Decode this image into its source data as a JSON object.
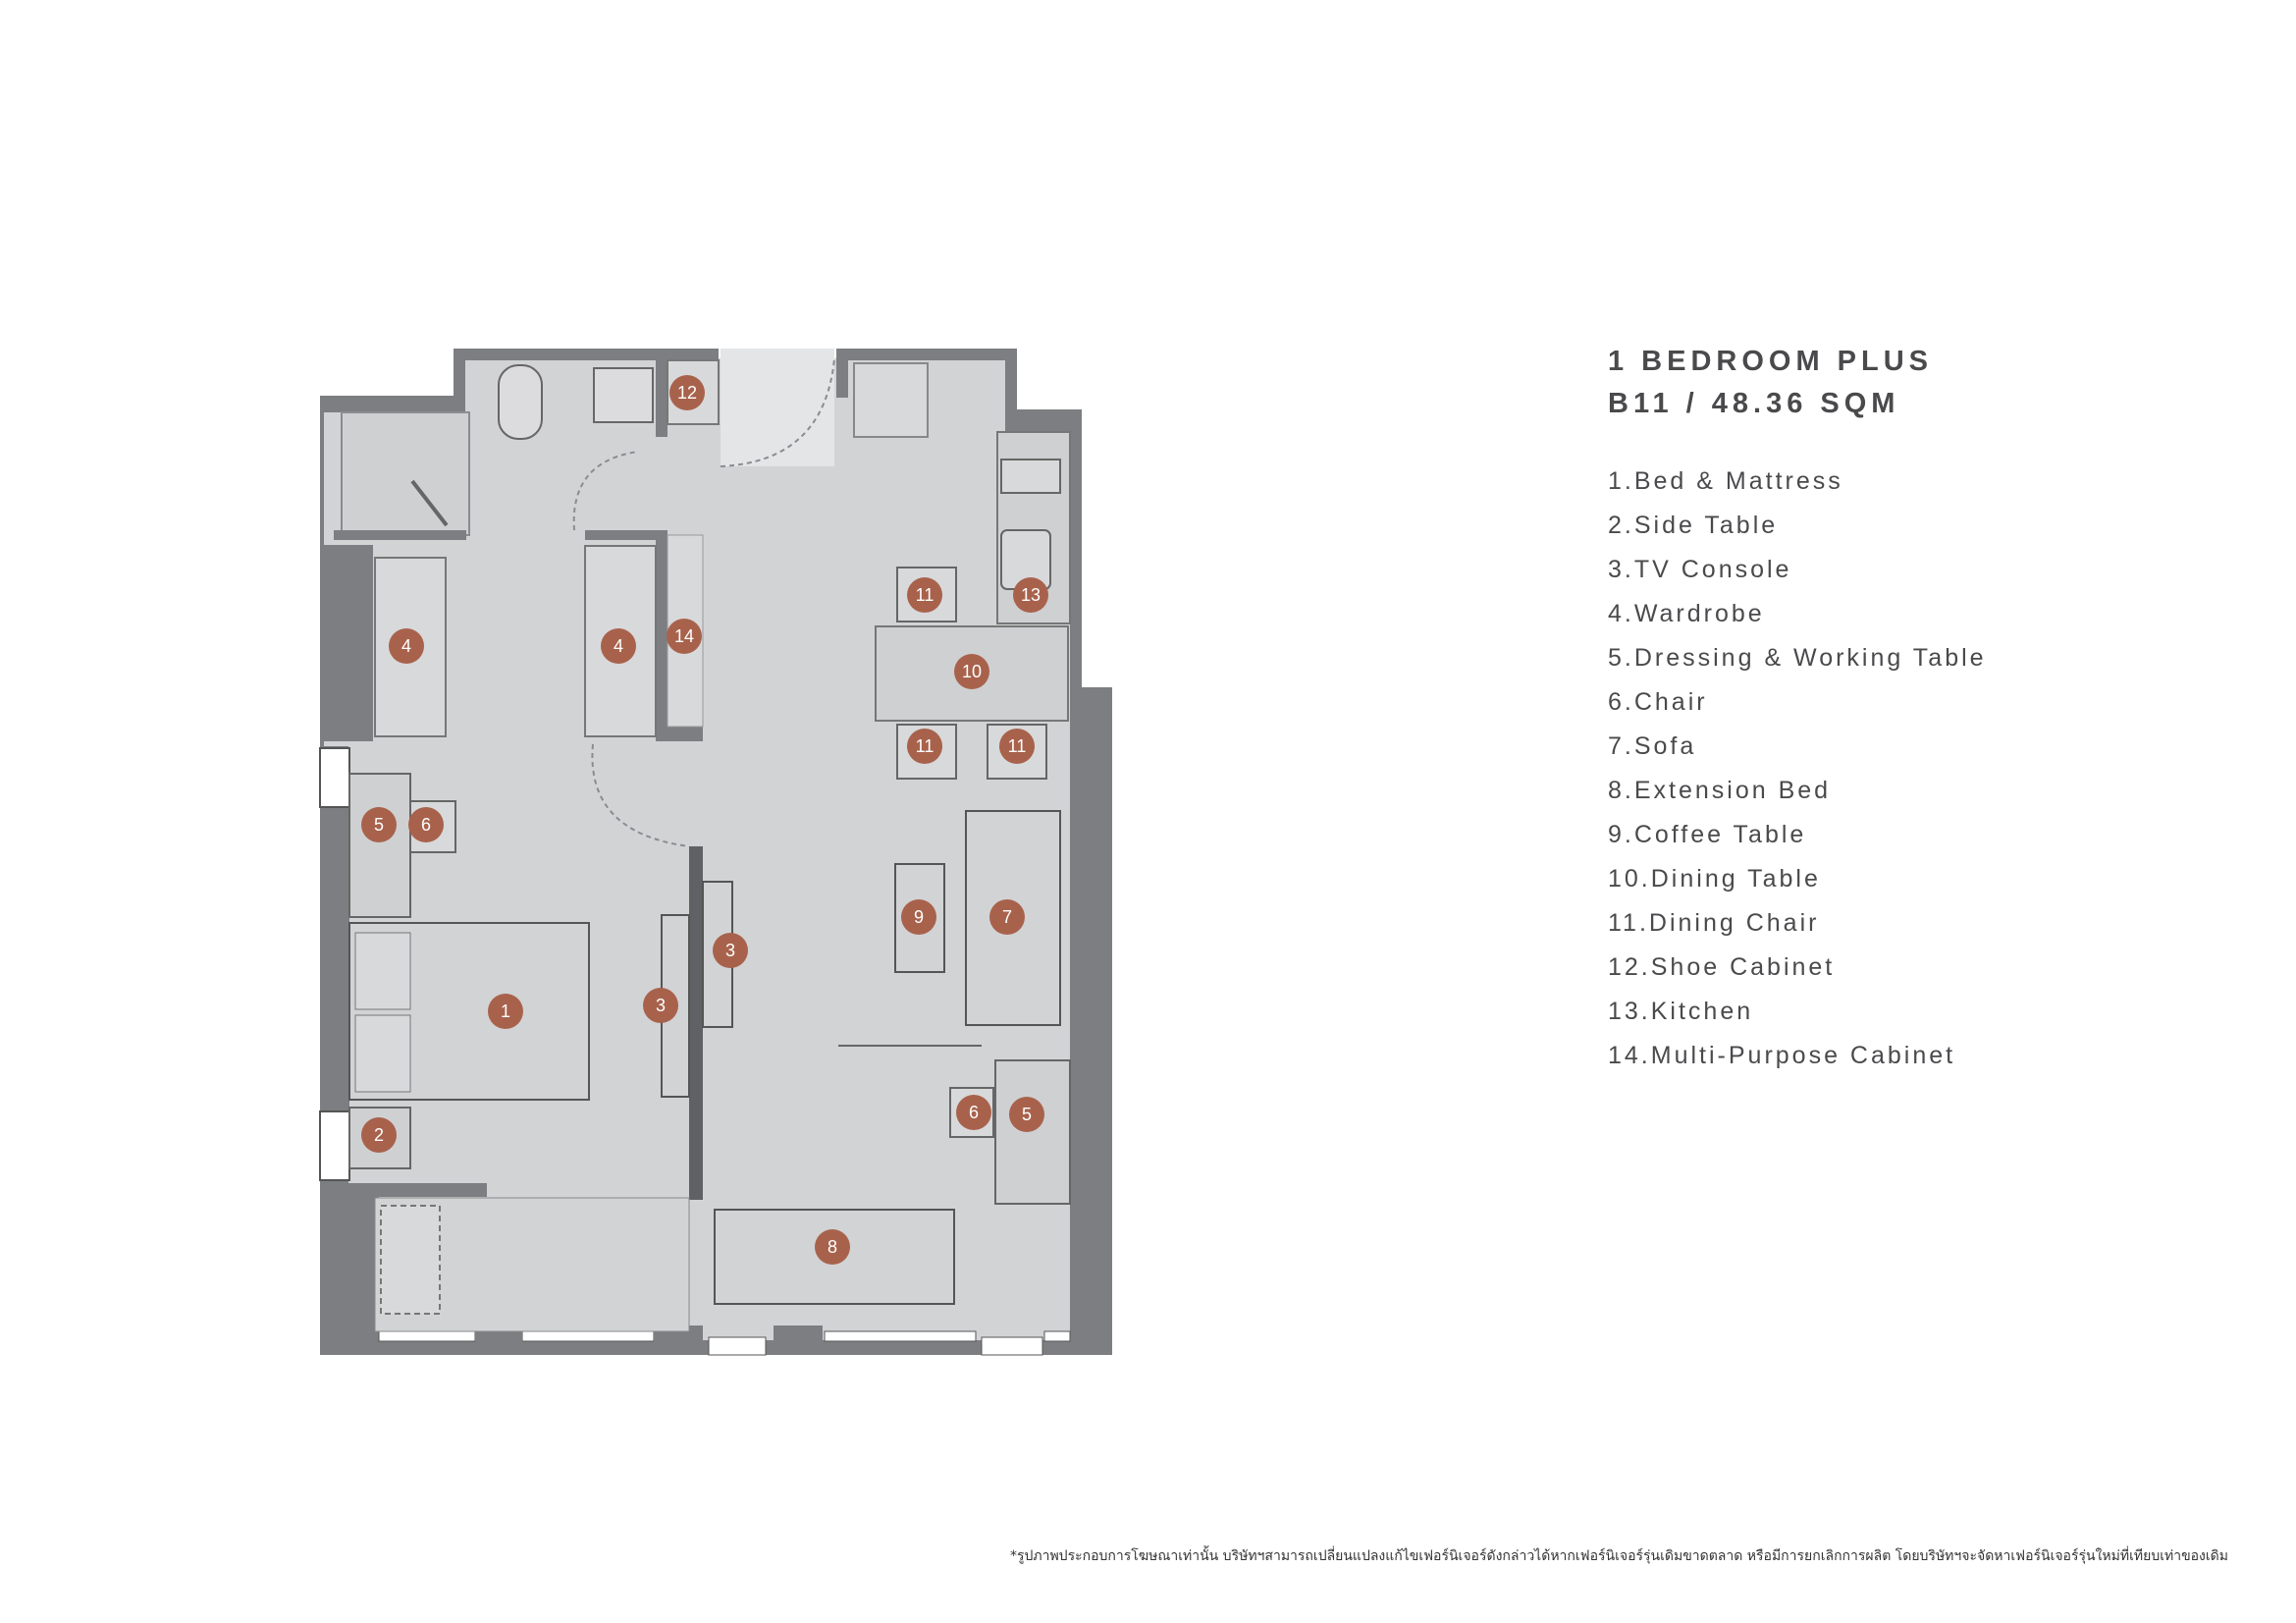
{
  "title": {
    "line1": "1 BEDROOM PLUS",
    "line2": "B11 / 48.36 SQM"
  },
  "legend": [
    "1.Bed & Mattress",
    "2.Side Table",
    "3.TV Console",
    "4.Wardrobe",
    "5.Dressing & Working Table",
    "6.Chair",
    "7.Sofa",
    "8.Extension Bed",
    "9.Coffee Table",
    "10.Dining Table",
    "11.Dining Chair",
    "12.Shoe Cabinet",
    "13.Kitchen",
    "14.Multi-Purpose Cabinet"
  ],
  "markers": [
    {
      "n": "1"
    },
    {
      "n": "2"
    },
    {
      "n": "3"
    },
    {
      "n": "3"
    },
    {
      "n": "4"
    },
    {
      "n": "4"
    },
    {
      "n": "5"
    },
    {
      "n": "5"
    },
    {
      "n": "6"
    },
    {
      "n": "6"
    },
    {
      "n": "7"
    },
    {
      "n": "8"
    },
    {
      "n": "9"
    },
    {
      "n": "10"
    },
    {
      "n": "11"
    },
    {
      "n": "11"
    },
    {
      "n": "11"
    },
    {
      "n": "12"
    },
    {
      "n": "13"
    },
    {
      "n": "14"
    }
  ],
  "disclaimer": "*รูปภาพประกอบการโฆษณาเท่านั้น บริษัทฯสามารถเปลี่ยนแปลงแก้ไขเฟอร์นิเจอร์ดังกล่าวได้หากเฟอร์นิเจอร์รุ่นเดิมขาดตลาด หรือมีการยกเลิกการผลิต โดยบริษัทฯจะจัดหาเฟอร์นิเจอร์รุ่นใหม่ที่เทียบเท่าของเดิม",
  "colors": {
    "marker": "#a8624c",
    "wall": "#7c7e81",
    "floor": "#d2d3d5",
    "text": "#4a4a4d"
  }
}
